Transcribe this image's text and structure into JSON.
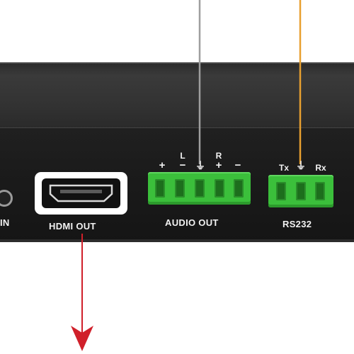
{
  "ports": {
    "hdmi_out": "HDMI OUT",
    "audio_out": "AUDIO OUT",
    "rs232": "RS232",
    "partial_in": "IN"
  },
  "audio_pins": {
    "left_channel": "L",
    "right_channel": "R",
    "plus": "+",
    "minus": "−",
    "ground": "⏚"
  },
  "rs232_pins": {
    "tx": "Tx",
    "ground": "⏚",
    "rx": "Rx"
  },
  "colors": {
    "device_body": "#1b1b1b",
    "terminal_green": "#3bbf3b",
    "audio_cable": "#9e9e9e",
    "rs232_cable": "#e8a030",
    "hdmi_cable": "#d0202a",
    "label_text": "#f2f2f2"
  }
}
